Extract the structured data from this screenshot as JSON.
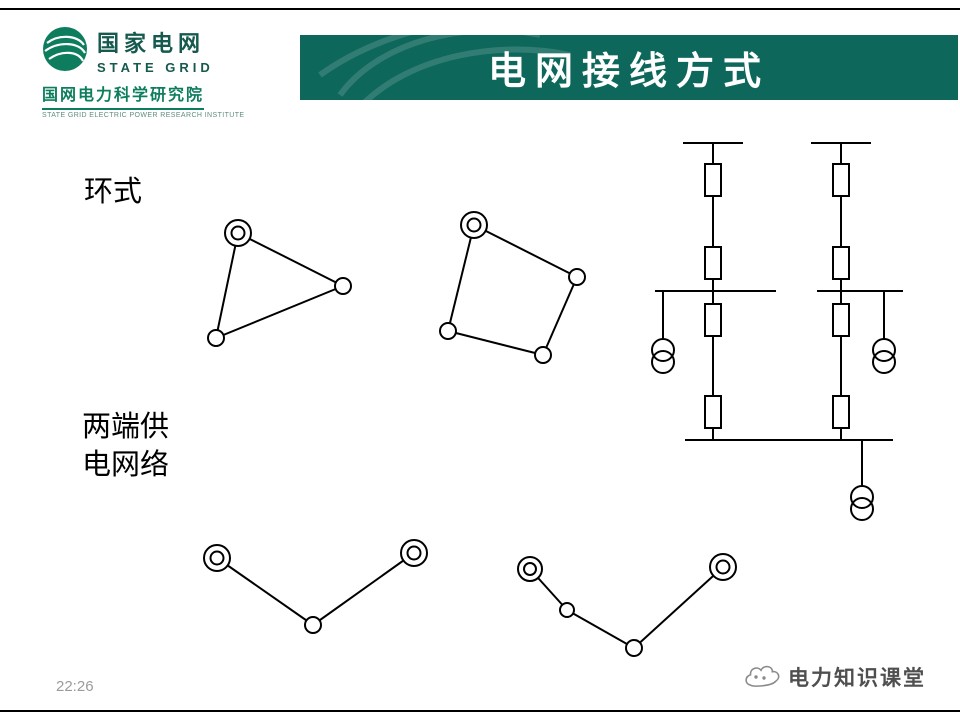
{
  "header": {
    "logo": {
      "org_cn": "国家电网",
      "org_en": "STATE GRID",
      "institute_cn": "国网电力科学研究院",
      "institute_en": "STATE GRID ELECTRIC POWER RESEARCH INSTITUTE"
    },
    "banner": {
      "title": "电网接线方式"
    }
  },
  "content": {
    "label_ring": "环式",
    "label_two_end_line1": "两端供",
    "label_two_end_line2": "电网络",
    "diagrams": [
      "ring-network-triangle",
      "ring-network-quadrilateral",
      "two-end-supply-single-line-schematic",
      "two-end-supply-network-simple",
      "two-end-supply-network-multi-load"
    ]
  },
  "footer": {
    "time": "22:26",
    "brand": "电力知识课堂"
  },
  "colors": {
    "banner_bg": "#0e675b",
    "banner_text": "#ffffff",
    "logo_green": "#0e7d5e",
    "logo_dark_teal": "#16594e",
    "diagram_stroke": "#000000",
    "footer_gray": "#9b9b9b"
  }
}
